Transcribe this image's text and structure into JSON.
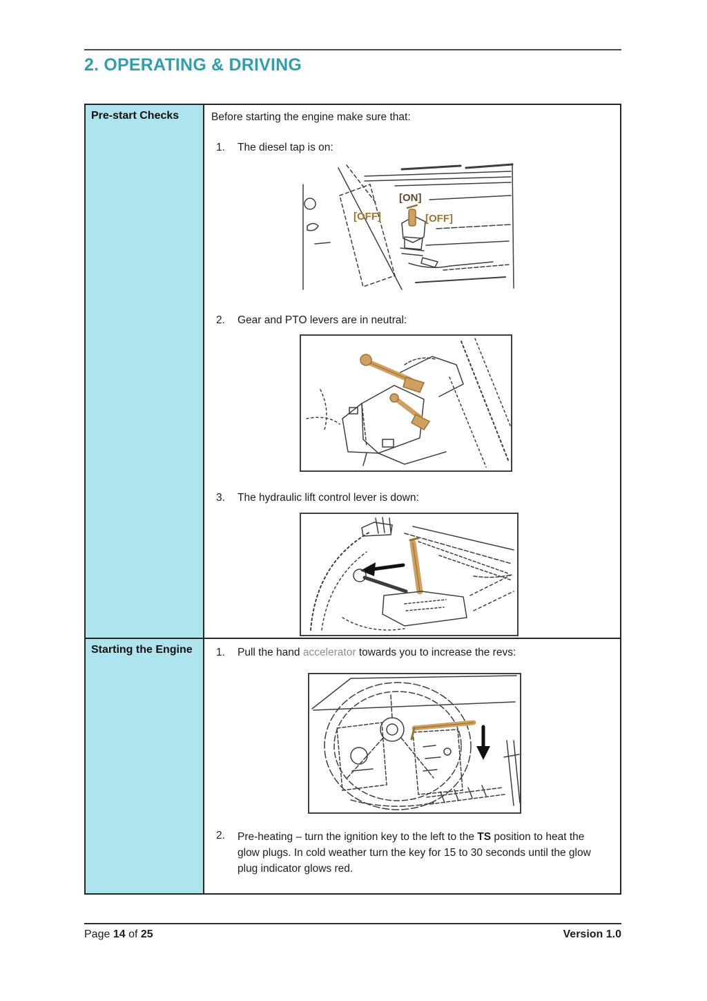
{
  "title": "2. OPERATING & DRIVING",
  "pre_start": {
    "header": "Pre-start Checks",
    "intro": "Before starting the engine make sure that:",
    "items": {
      "diesel": {
        "number": "1.",
        "text": "The diesel tap is on:"
      },
      "gear": {
        "number": "2.",
        "text": "Gear and PTO levers are in neutral:"
      },
      "hydraulic": {
        "number": "3.",
        "text": "The hydraulic lift control lever is down:"
      }
    },
    "diesel_figure_labels": {
      "on": "[ON]",
      "off_left": "[OFF]",
      "off_right": "[OFF]"
    }
  },
  "starting_engine": {
    "header": "Starting the Engine",
    "item1": {
      "number": "1.",
      "pre": "Pull the hand",
      "accent": "accelerator",
      "post": "towards you to increase the revs:"
    },
    "item2": {
      "number": "2.",
      "pre": "Pre-heating – turn the ignition key to the left to the",
      "accent": "TS",
      "post": "position to heat the glow plugs. In cold weather turn the key for 15 to 30 seconds until the glow plug indicator glows red."
    }
  },
  "footer": {
    "page_word": "Page",
    "page_number": "14",
    "of_word": "of",
    "total_pages": "25",
    "version": "Version 1.0"
  },
  "colors": {
    "title_teal": "#2f9fae",
    "header_cell_cyan": "#aee4ee",
    "accent_gray": "#8f8f8f",
    "on_label_brown": "#5f4a2a",
    "off_label_amber": "#a4742e",
    "figure_highlight_tan": "#cfa05f"
  }
}
